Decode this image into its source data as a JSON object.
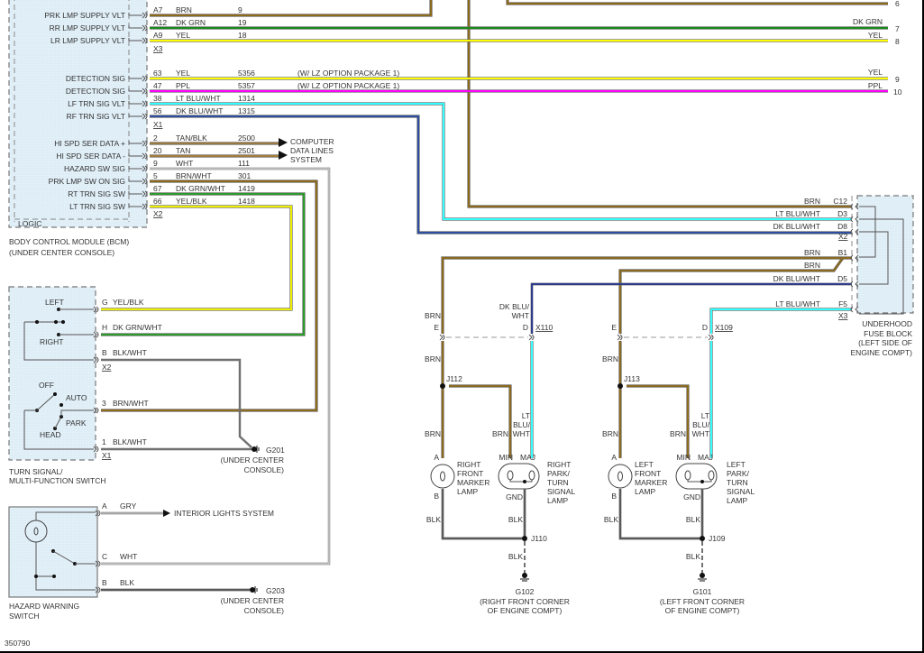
{
  "diagram_id": "350790",
  "colors": {
    "BRN": "#8b6a1e",
    "DK GRN": "#1a8a1a",
    "YEL": "#ffff00",
    "PPL": "#ff00ff",
    "LT BLU/WHT": "#33ffff",
    "DK BLU/WHT": "#2e4fa0",
    "DK BLU": "#1c2e9a",
    "TAN": "#a27c3c",
    "TAN/BLK": "#9a7840",
    "WHT": "#c8c8c8",
    "BRN/WHT": "#8b6a1e",
    "DK GRN/WHT": "#2a9a2a",
    "YEL/BLK": "#eeee00",
    "BLK/WHT": "#777777",
    "BLK": "#555555",
    "GRY": "#aaaaaa"
  },
  "bcm": {
    "name_line1": "BODY CONTROL MODULE (BCM)",
    "name_line2": "(UNDER CENTER CONSOLE)",
    "logic_label": "LOGIC",
    "pins": [
      {
        "signal": "PRK LMP SUPPLY VLT",
        "pin": "A7",
        "color": "BRN",
        "circuit": "9",
        "note": ""
      },
      {
        "signal": "RR LMP SUPPLY VLT",
        "pin": "A12",
        "color": "DK GRN",
        "circuit": "19",
        "note": ""
      },
      {
        "signal": "LR LMP SUPPLY VLT",
        "pin": "A9",
        "color": "YEL",
        "circuit": "18",
        "note": ""
      },
      {
        "signal": "DETECTION SIG",
        "pin": "63",
        "color": "YEL",
        "circuit": "5356",
        "note": "(W/ LZ OPTION PACKAGE 1)"
      },
      {
        "signal": "DETECTION SIG",
        "pin": "47",
        "color": "PPL",
        "circuit": "5357",
        "note": "(W/ LZ OPTION PACKAGE 1)"
      },
      {
        "signal": "LF TRN SIG VLT",
        "pin": "38",
        "color": "LT BLU/WHT",
        "circuit": "1314",
        "note": ""
      },
      {
        "signal": "RF TRN SIG VLT",
        "pin": "56",
        "color": "DK BLU/WHT",
        "circuit": "1315",
        "note": ""
      },
      {
        "signal": "HI SPD SER DATA +",
        "pin": "2",
        "color": "TAN/BLK",
        "circuit": "2500",
        "note": ""
      },
      {
        "signal": "HI SPD SER DATA -",
        "pin": "20",
        "color": "TAN",
        "circuit": "2501",
        "note": ""
      },
      {
        "signal": "HAZARD SW SIG",
        "pin": "9",
        "color": "WHT",
        "circuit": "111",
        "note": ""
      },
      {
        "signal": "PRK LMP SW ON SIG",
        "pin": "5",
        "color": "BRN/WHT",
        "circuit": "301",
        "note": ""
      },
      {
        "signal": "RT TRN SIG SW",
        "pin": "67",
        "color": "DK GRN/WHT",
        "circuit": "1419",
        "note": ""
      },
      {
        "signal": "LT TRN SIG SW",
        "pin": "66",
        "color": "YEL/BLK",
        "circuit": "1418",
        "note": ""
      }
    ],
    "connectors": [
      "X3",
      "X1",
      "X2"
    ]
  },
  "computer_data_lines": [
    "COMPUTER",
    "DATA LINES",
    "SYSTEM"
  ],
  "offpage": [
    {
      "ref": "6",
      "color_label": ""
    },
    {
      "ref": "7",
      "color_label": "DK GRN"
    },
    {
      "ref": "8",
      "color_label": "YEL"
    },
    {
      "ref": "9",
      "color_label": "YEL"
    },
    {
      "ref": "10",
      "color_label": "PPL"
    }
  ],
  "fuse_block": {
    "name": [
      "UNDERHOOD",
      "FUSE BLOCK",
      "(LEFT SIDE OF",
      "ENGINE COMPT)"
    ],
    "pins": [
      {
        "pin": "C12",
        "color": "BRN"
      },
      {
        "pin": "D3",
        "color": "LT BLU/WHT"
      },
      {
        "pin": "D8",
        "color": "DK BLU/WHT"
      },
      {
        "pin": "B1",
        "color": "BRN"
      },
      {
        "pin": "",
        "color": "BRN"
      },
      {
        "pin": "D5",
        "color": "DK BLU/WHT"
      },
      {
        "pin": "F5",
        "color": "LT BLU/WHT"
      }
    ],
    "connectors": [
      "X2",
      "X3"
    ]
  },
  "turn_switch": {
    "name": [
      "TURN SIGNAL/",
      "MULTI-FUNCTION SWITCH"
    ],
    "positions": [
      "LEFT",
      "RIGHT",
      "OFF",
      "AUTO",
      "PARK",
      "HEAD"
    ],
    "pins": [
      {
        "pin": "G",
        "color": "YEL/BLK"
      },
      {
        "pin": "H",
        "color": "DK GRN/WHT"
      },
      {
        "pin": "B",
        "color": "BLK/WHT"
      },
      {
        "pin": "3",
        "color": "BRN/WHT"
      },
      {
        "pin": "1",
        "color": "BLK/WHT"
      }
    ],
    "connectors": [
      "X2",
      "X1"
    ]
  },
  "g201": {
    "id": "G201",
    "loc": [
      "(UNDER CENTER",
      "CONSOLE)"
    ]
  },
  "hazard_switch": {
    "name": [
      "HAZARD WARNING",
      "SWITCH"
    ],
    "pins": [
      {
        "pin": "A",
        "color": "GRY"
      },
      {
        "pin": "C",
        "color": "WHT"
      },
      {
        "pin": "B",
        "color": "BLK"
      }
    ],
    "interior_lights": "INTERIOR LIGHTS SYSTEM"
  },
  "g203": {
    "id": "G203",
    "loc": [
      "(UNDER CENTER",
      "CONSOLE)"
    ]
  },
  "right_side": {
    "connector": "X110",
    "pin_e": "E",
    "pin_d": "D",
    "wire_top_left": "BRN",
    "wire_top_right": [
      "DK BLU/",
      "WHT"
    ],
    "wire_mid": "BRN",
    "splice": "J112",
    "wire_low_left": "BRN",
    "wire_low_mid": "BRN",
    "wire_low_right": [
      "LT",
      "BLU/",
      "WHT"
    ],
    "marker_pins": [
      "A",
      "B"
    ],
    "marker_name": [
      "RIGHT",
      "FRONT",
      "MARKER",
      "LAMP"
    ],
    "park_pins": [
      "MIN",
      "MAJ",
      "GND"
    ],
    "park_name": [
      "RIGHT",
      "PARK/",
      "TURN",
      "SIGNAL",
      "LAMP"
    ],
    "blk1": "BLK",
    "blk2": "BLK",
    "splice_gnd": "J110",
    "blk3": "BLK",
    "ground": "G102",
    "ground_loc": [
      "(RIGHT FRONT CORNER",
      "OF ENGINE COMPT)"
    ]
  },
  "left_side": {
    "connector": "X109",
    "pin_e": "E",
    "pin_d": "D",
    "wire_top_right": "LT BLU/WHT",
    "wire_mid": "BRN",
    "splice": "J113",
    "wire_low_left": "BRN",
    "wire_low_mid": "BRN",
    "wire_low_right": [
      "LT",
      "BLU/",
      "WHT"
    ],
    "marker_pins": [
      "A",
      "B"
    ],
    "marker_name": [
      "LEFT",
      "FRONT",
      "MARKER",
      "LAMP"
    ],
    "park_pins": [
      "MIN",
      "MAJ",
      "GND"
    ],
    "park_name": [
      "LEFT",
      "PARK/",
      "TURN",
      "SIGNAL",
      "LAMP"
    ],
    "blk1": "BLK",
    "blk2": "BLK",
    "splice_gnd": "J109",
    "blk3": "BLK",
    "ground": "G101",
    "ground_loc": [
      "(LEFT FRONT CORNER",
      "OF ENGINE COMPT)"
    ]
  }
}
